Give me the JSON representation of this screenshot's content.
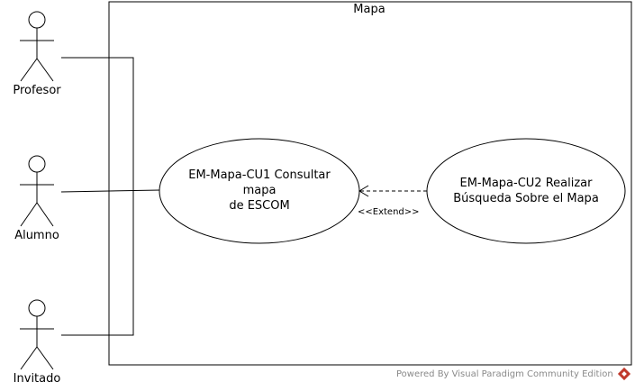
{
  "system": {
    "title": "Mapa"
  },
  "actors": [
    {
      "label": "Profesor"
    },
    {
      "label": "Alumno"
    },
    {
      "label": "Invitado"
    }
  ],
  "use_cases": [
    {
      "line1": "EM-Mapa-CU1 Consultar",
      "line2": "mapa",
      "line3": "de ESCOM"
    },
    {
      "line1": "EM-Mapa-CU2 Realizar",
      "line2": "Búsqueda Sobre el Mapa"
    }
  ],
  "relations": [
    {
      "type": "extend",
      "label": "<<Extend>>"
    }
  ],
  "footer": {
    "text": "Powered By Visual Paradigm Community Edition"
  },
  "colors": {
    "line": "#000000",
    "actor_fill": "#ffffff",
    "footer_text": "#8a8a8a",
    "logo": "#c0392b"
  }
}
